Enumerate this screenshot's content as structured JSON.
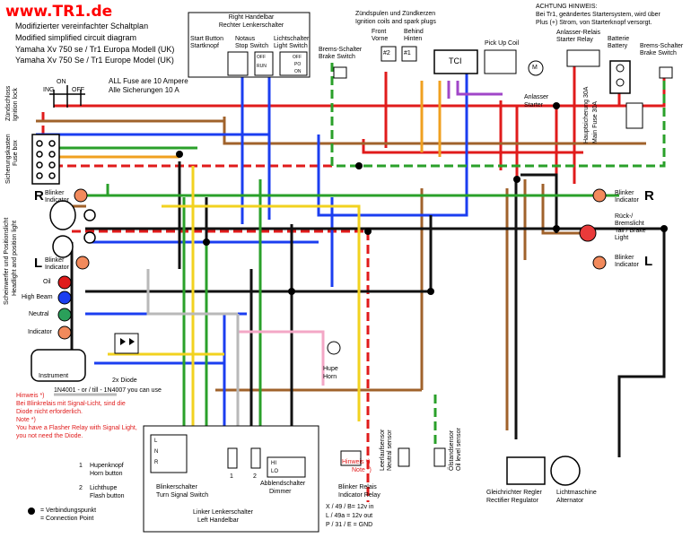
{
  "site": "www.TR1.de",
  "header": {
    "line1": "Modifizierter vereinfachter Schaltplan",
    "line2": "Modified simplified circuit diagram",
    "line3": "Yamaha Xv 750 se / Tr1 Europa Modell (UK)",
    "line4": "Yamaha Xv 750 Se / Tr1 Europe Model (UK)"
  },
  "fuse_note": {
    "de": "ALL Fuse are 10 Ampere",
    "en": "Alle Sicherungen 10 A"
  },
  "achtung": {
    "title": "ACHTUNG HINWEIS:",
    "l1": "Bei Tr1, geändertes Startersystem, wird über",
    "l2": "Plus (+) Strom, von Starterknopf versorgt."
  },
  "ignition": {
    "de": "Zündspulen und Zündkerzen",
    "en": "Ignition coils and spark plugs",
    "front_de": "Front",
    "front_en": "Vorne",
    "rear_de": "Behind",
    "rear_en": "Hinten",
    "p2": "#2",
    "p1": "#1"
  },
  "tci": "TCI",
  "pickup": "Pick Up Coil",
  "right_handlebar": {
    "de": "Right Handelbar",
    "en": "Rechter Lenkerschalter",
    "start1": "Start Button",
    "start2": "Startknopf",
    "stop1": "Notaus",
    "stop2": "Stop Switch",
    "light1": "Lichtschalter",
    "light2": "Light Switch",
    "off": "OFF",
    "run": "RUN",
    "po": "PO",
    "on": "ON"
  },
  "brake_left": {
    "de": "Brems-Schalter",
    "en": "Brake Switch"
  },
  "brake_right": {
    "de": "Brems-Schalter",
    "en": "Brake Switch"
  },
  "starter_relay": {
    "de": "Anlasser-Relais",
    "en": "Starter Relay"
  },
  "battery": {
    "de": "Batterie",
    "en": "Battery"
  },
  "starter": {
    "de": "Anlasser",
    "en": "Starter",
    "m": "M"
  },
  "main_fuse": {
    "de": "Hauptsicherung 30A",
    "en": "Main Fuse 30A"
  },
  "ignition_lock": {
    "de": "Zündschloss",
    "en": "Ignition lock",
    "on": "ON",
    "ing": "ING",
    "off": "OFF"
  },
  "fuse_box": {
    "de": "Sicherungskasten",
    "en": "Fuse box"
  },
  "headlight": {
    "de": "Scheinwerfer und Positionslicht",
    "en": "Headlight and position light"
  },
  "indicators": {
    "fl": {
      "de": "Blinker",
      "en": "Indicator",
      "side": "R"
    },
    "fr": {
      "de": "Blinker",
      "en": "Indicator",
      "side": "R"
    },
    "rl": {
      "de": "Blinker",
      "en": "Indicator",
      "side": "L"
    },
    "rr": {
      "de": "Blinker",
      "en": "Indicator",
      "side": "L"
    }
  },
  "tail": {
    "l1": "Rück-/",
    "l2": "Bremslicht",
    "l3": "Tail / Brake",
    "l4": "Light"
  },
  "lamps": {
    "oil": "Oil",
    "high": "High Beam",
    "neutral": "Neutral",
    "indicator": "Indicator"
  },
  "instrument": "Instrument",
  "diode": {
    "label": "2x Diode",
    "note": "1N4001 - or / till - 1N4007 you can use"
  },
  "hinweis": {
    "l1": "Hinweis *)",
    "l2": "Bei Blinkrelais mit Signal-Licht, sind die",
    "l3": "Diode nicht erforderlich.",
    "l4": "Note *)",
    "l5": "You have a Flasher Relay with Signal Light,",
    "l6": "you not need the Diode."
  },
  "horn": {
    "de": "Hupe",
    "en": "Horn"
  },
  "neutral_sensor": {
    "de": "Leerlaufsensor",
    "en": "Neutral sensor"
  },
  "oil_sensor": {
    "de": "Ölstandsensor",
    "en": "Oil level sensor"
  },
  "relay_note": {
    "l1": "Hinweis *)",
    "l2": "Note *)"
  },
  "flasher": {
    "de": "Blinker Relais",
    "en": "Indicator Relay",
    "x": "X / 49 / B= 12v in",
    "l": "L / 49a      = 12v out",
    "p": "P / 31 / E = GND"
  },
  "regulator": {
    "de": "Gleichrichter Regler",
    "en": "Rectifier Regulator"
  },
  "alternator": {
    "de": "Lichtmaschine",
    "en": "Alternator"
  },
  "legend": {
    "n1": "1",
    "horn1": "Hupenknopf",
    "horn2": "Horn button",
    "n2": "2",
    "flash1": "Lichthupe",
    "flash2": "Flash button",
    "dot1": "= Verbindungspunkt",
    "dot2": "= Connection Point"
  },
  "left_handlebar": {
    "turn1": "Blinkerschalter",
    "turn2": "Turn Signal Switch",
    "dim1": "Abblendschalter",
    "dim2": "Dimmer",
    "bottom1": "Linker Lenkerschalter",
    "bottom2": "Left Handelbar",
    "l": "L",
    "n": "N",
    "r": "R",
    "hi": "HI",
    "lo": "LO",
    "k1": "1",
    "k2": "2"
  }
}
